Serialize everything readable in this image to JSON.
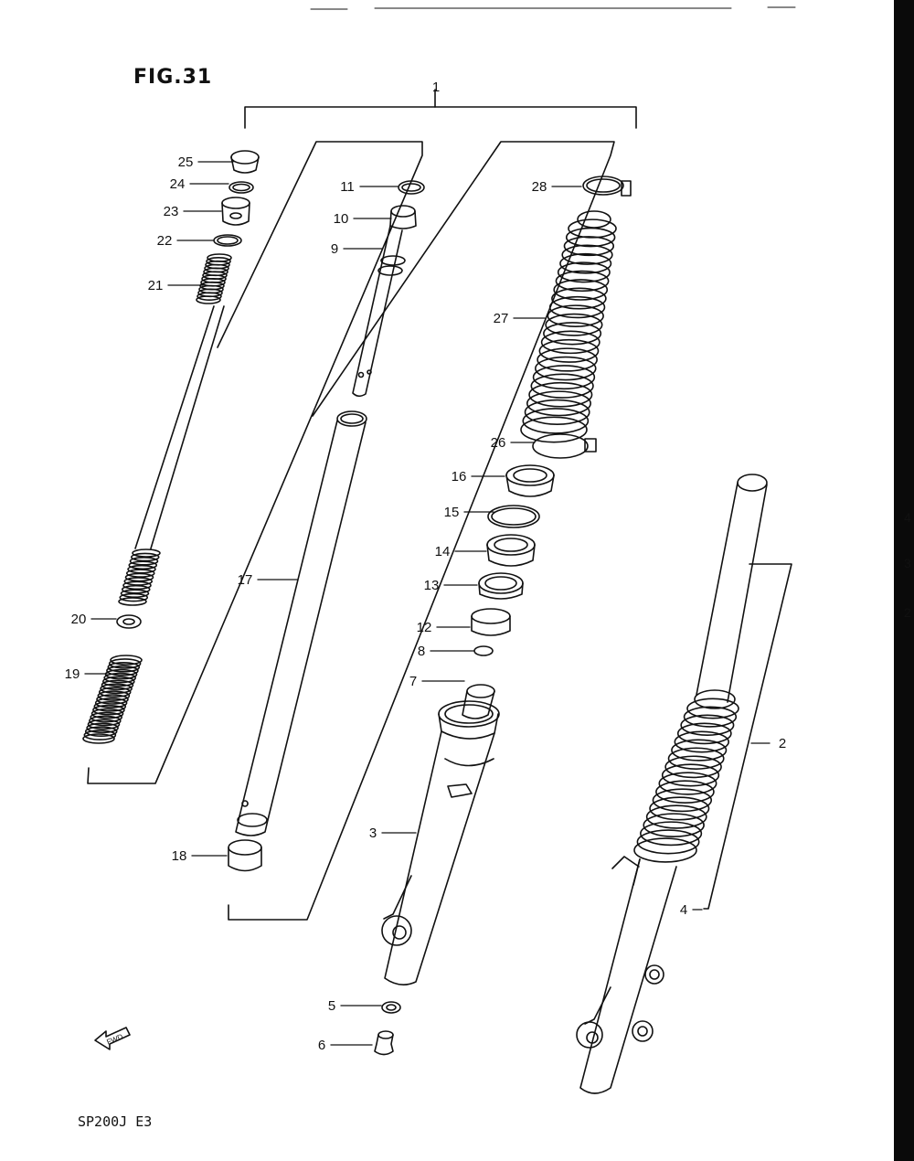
{
  "figure": {
    "title": "FIG.31",
    "model_code": "SP200J E3"
  },
  "fwd_label": "FWD",
  "edge_labels": [
    "4",
    "3",
    "2"
  ],
  "callouts": [
    {
      "num": "1",
      "part": "front-fork-assembly"
    },
    {
      "num": "2",
      "part": "front-fork-right"
    },
    {
      "num": "3",
      "part": "outer-tube-left"
    },
    {
      "num": "4",
      "part": "outer-tube-right"
    },
    {
      "num": "5",
      "part": "gasket"
    },
    {
      "num": "6",
      "part": "bolt"
    },
    {
      "num": "7",
      "part": "cylinder-piece"
    },
    {
      "num": "8",
      "part": "snap-ring"
    },
    {
      "num": "9",
      "part": "ring"
    },
    {
      "num": "10",
      "part": "damper-rod"
    },
    {
      "num": "11",
      "part": "piston-ring"
    },
    {
      "num": "12",
      "part": "bushing"
    },
    {
      "num": "13",
      "part": "washer"
    },
    {
      "num": "14",
      "part": "oil-seal"
    },
    {
      "num": "15",
      "part": "stopper-ring"
    },
    {
      "num": "16",
      "part": "dust-seal"
    },
    {
      "num": "17",
      "part": "inner-tube"
    },
    {
      "num": "18",
      "part": "slide-bushing"
    },
    {
      "num": "19",
      "part": "lower-spring"
    },
    {
      "num": "20",
      "part": "spring-seat"
    },
    {
      "num": "21",
      "part": "upper-spring"
    },
    {
      "num": "22",
      "part": "o-ring"
    },
    {
      "num": "23",
      "part": "cap-bolt"
    },
    {
      "num": "24",
      "part": "circlip"
    },
    {
      "num": "25",
      "part": "cap"
    },
    {
      "num": "26",
      "part": "boot-band-lower"
    },
    {
      "num": "27",
      "part": "fork-boot"
    },
    {
      "num": "28",
      "part": "boot-band-upper"
    }
  ],
  "colors": {
    "line": "#111111",
    "paper": "#ffffff",
    "edge": "#0a0a0a"
  }
}
